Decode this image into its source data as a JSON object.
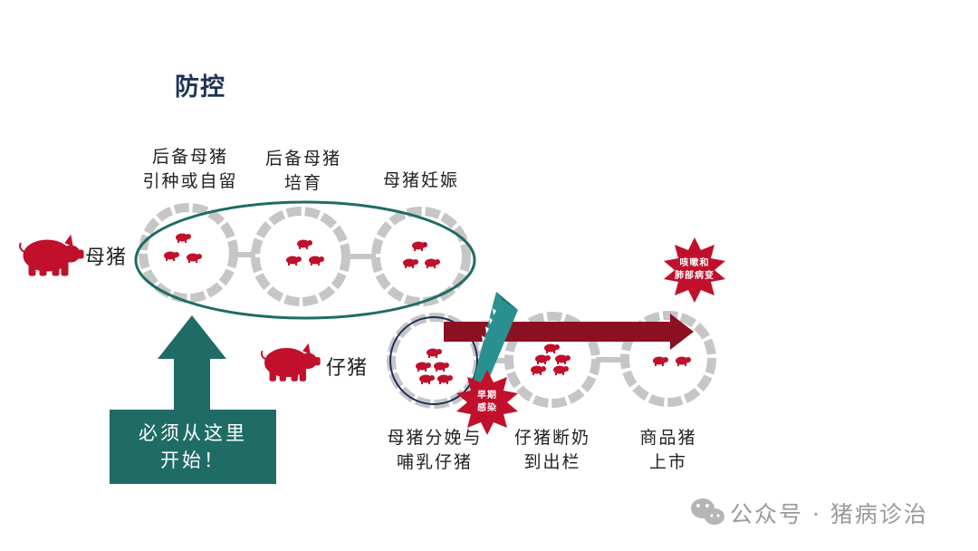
{
  "title": "防控",
  "row_labels": {
    "sow": "母猪",
    "piglet": "仔猪"
  },
  "stages_top": [
    {
      "line1": "后备母猪",
      "line2": "引种或自留"
    },
    {
      "line1": "后备母猪",
      "line2": "培育"
    },
    {
      "line1": "母猪妊娠",
      "line2": ""
    }
  ],
  "stages_bottom": [
    {
      "line1": "母猪分娩与",
      "line2": "哺乳仔猪"
    },
    {
      "line1": "仔猪断奶",
      "line2": "到出栏"
    },
    {
      "line1": "商品猪",
      "line2": "上市"
    }
  ],
  "start_box": {
    "line1": "必须从这里",
    "line2": "开始！"
  },
  "bursts": {
    "early": {
      "line1": "早期",
      "line2": "感染"
    },
    "cough": {
      "line1": "咳嗽和",
      "line2": "肺部病变"
    }
  },
  "watermark": "公众号 · 猪病诊治",
  "colors": {
    "pig_red": "#c0102c",
    "teal": "#1f6b66",
    "arrow_red": "#8b1022",
    "chain_gray": "#c8c8c8",
    "title_navy": "#1f3358",
    "ellipse_navy": "#1f2e5a"
  }
}
